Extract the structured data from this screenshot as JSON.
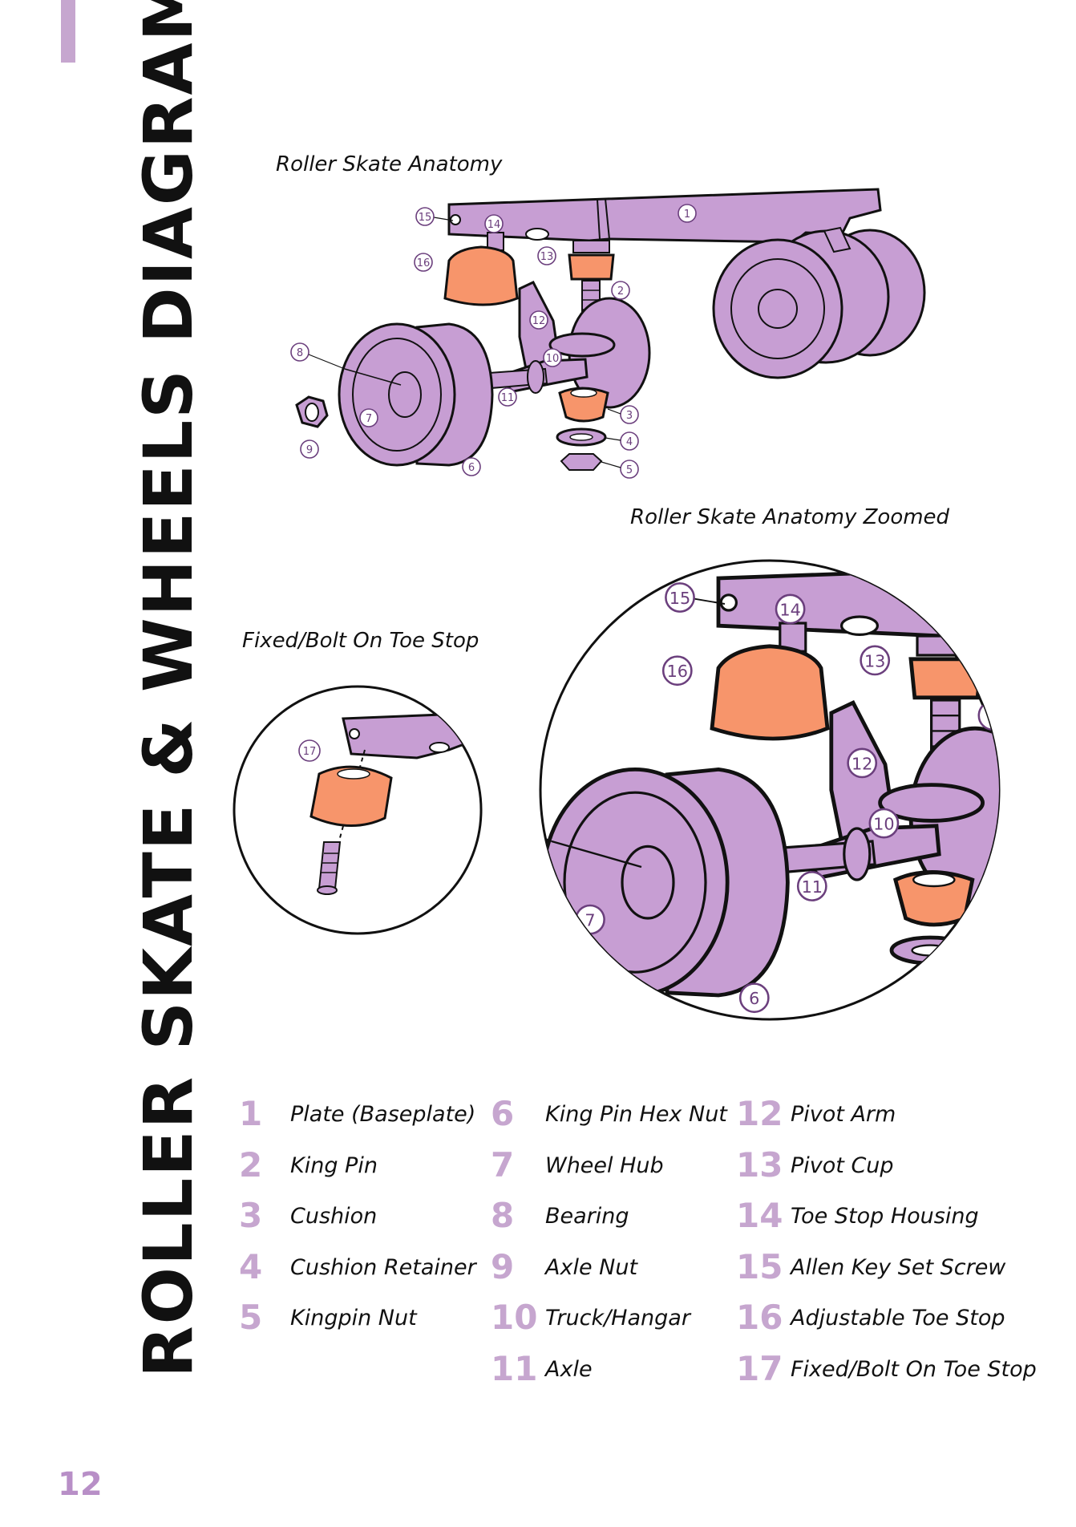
{
  "page": {
    "title": "ROLLER SKATE & WHEELS DIAGRAM",
    "number": "12"
  },
  "captions": {
    "anatomy": "Roller Skate Anatomy",
    "zoomed": "Roller Skate Anatomy Zoomed",
    "toe_stop": "Fixed/Bolt On Toe Stop"
  },
  "colors": {
    "accent_purple": "#c6a6cf",
    "part_purple": "#c79ed3",
    "part_orange": "#f7956b",
    "outline": "#111111"
  },
  "legend": [
    {
      "number": "1",
      "label": "Plate (Baseplate)"
    },
    {
      "number": "2",
      "label": "King Pin"
    },
    {
      "number": "3",
      "label": "Cushion"
    },
    {
      "number": "4",
      "label": "Cushion Retainer"
    },
    {
      "number": "5",
      "label": "Kingpin Nut"
    },
    {
      "number": "6",
      "label": "King Pin Hex Nut"
    },
    {
      "number": "7",
      "label": "Wheel Hub"
    },
    {
      "number": "8",
      "label": "Bearing"
    },
    {
      "number": "9",
      "label": "Axle Nut"
    },
    {
      "number": "10",
      "label": "Truck/Hangar"
    },
    {
      "number": "11",
      "label": "Axle"
    },
    {
      "number": "12",
      "label": "Pivot Arm"
    },
    {
      "number": "13",
      "label": "Pivot Cup"
    },
    {
      "number": "14",
      "label": "Toe Stop Housing"
    },
    {
      "number": "15",
      "label": "Allen Key Set Screw"
    },
    {
      "number": "16",
      "label": "Adjustable Toe Stop"
    },
    {
      "number": "17",
      "label": "Fixed/Bolt On Toe Stop"
    }
  ]
}
